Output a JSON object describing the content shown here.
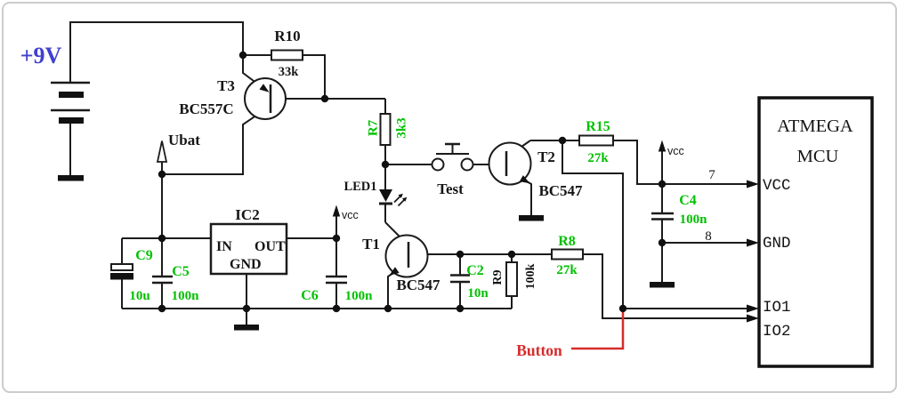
{
  "diagram": {
    "kind": "circuit-schematic",
    "power": {
      "label": "+9V"
    },
    "nets": {
      "ubat": "Ubat",
      "vcc": "vcc"
    },
    "annotations": {
      "button": "Button"
    },
    "components": {
      "r10": {
        "ref": "R10",
        "value": "33k"
      },
      "r7": {
        "ref": "R7",
        "value": "3k3"
      },
      "r9": {
        "ref": "R9",
        "value": "100k"
      },
      "r8": {
        "ref": "R8",
        "value": "27k"
      },
      "r15": {
        "ref": "R15",
        "value": "27k"
      },
      "c9": {
        "ref": "C9",
        "value": "10u"
      },
      "c5": {
        "ref": "C5",
        "value": "100n"
      },
      "c6": {
        "ref": "C6",
        "value": "100n"
      },
      "c2": {
        "ref": "C2",
        "value": "10n"
      },
      "c4": {
        "ref": "C4",
        "value": "100n"
      },
      "t3": {
        "ref": "T3",
        "part": "BC557C"
      },
      "t1": {
        "ref": "T1",
        "part": "BC547"
      },
      "t2": {
        "ref": "T2",
        "part": "BC547"
      },
      "led1": {
        "ref": "LED1"
      },
      "sw1": {
        "label": "Test"
      },
      "ic2": {
        "ref": "IC2",
        "pin_in": "IN",
        "pin_out": "OUT",
        "pin_gnd": "GND"
      },
      "mcu": {
        "line1": "ATMEGA",
        "line2": "MCU",
        "pin7_num": "7",
        "pin8_num": "8",
        "pin_vcc": "VCC",
        "pin_gnd": "GND",
        "pin_io1": "IO1",
        "pin_io2": "IO2"
      }
    },
    "colors": {
      "wire": "#1b1b1b",
      "label_green": "#00c000",
      "label_blue": "#4040cf",
      "label_red": "#d62c2c",
      "background": "#ffffff"
    }
  }
}
